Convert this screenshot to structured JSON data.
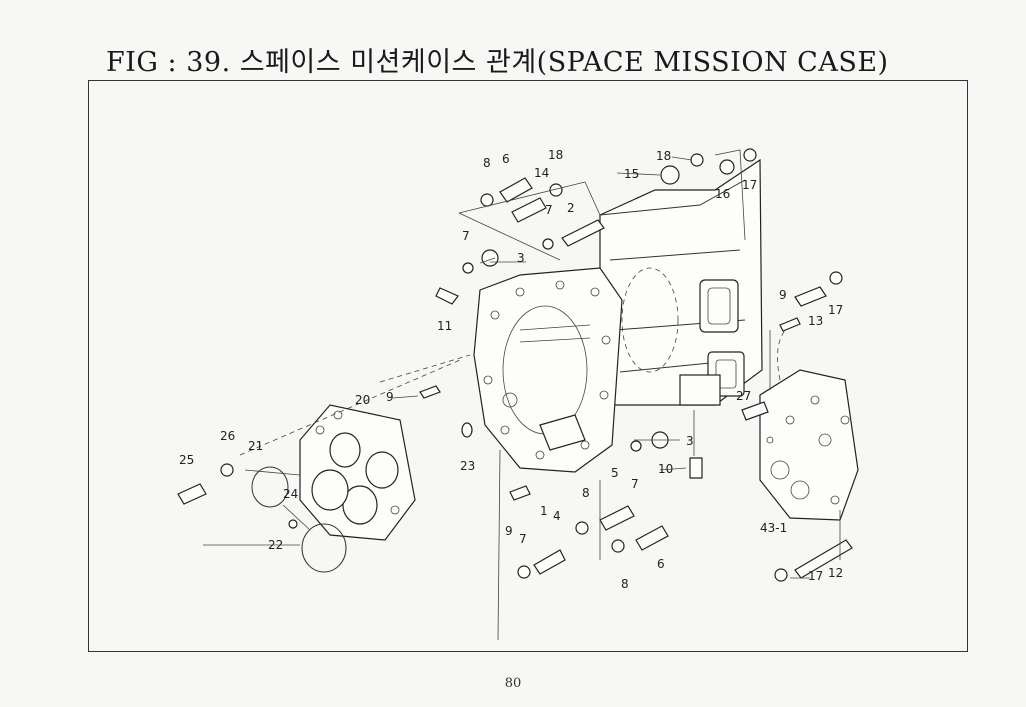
{
  "page": {
    "title": "FIG : 39. 스페이스 미션케이스 관계(SPACE MISSION CASE)",
    "page_number": "80"
  },
  "callouts": {
    "c1": "1",
    "c2": "2",
    "c3a": "3",
    "c3b": "3",
    "c4": "4",
    "c5": "5",
    "c6a": "6",
    "c6b": "6",
    "c7a": "7",
    "c7b": "7",
    "c7c": "7",
    "c7d": "7",
    "c8a": "8",
    "c8b": "8",
    "c8c": "8",
    "c9a": "9",
    "c9b": "9",
    "c9c": "9",
    "c10": "10",
    "c11": "11",
    "c12": "12",
    "c13": "13",
    "c14": "14",
    "c15": "15",
    "c16": "16",
    "c17a": "17",
    "c17b": "17",
    "c17c": "17",
    "c18a": "18",
    "c18b": "18",
    "c20": "20",
    "c21": "21",
    "c22": "22",
    "c23": "23",
    "c24": "24",
    "c25": "25",
    "c26": "26",
    "c27": "27",
    "c43": "43-1"
  }
}
